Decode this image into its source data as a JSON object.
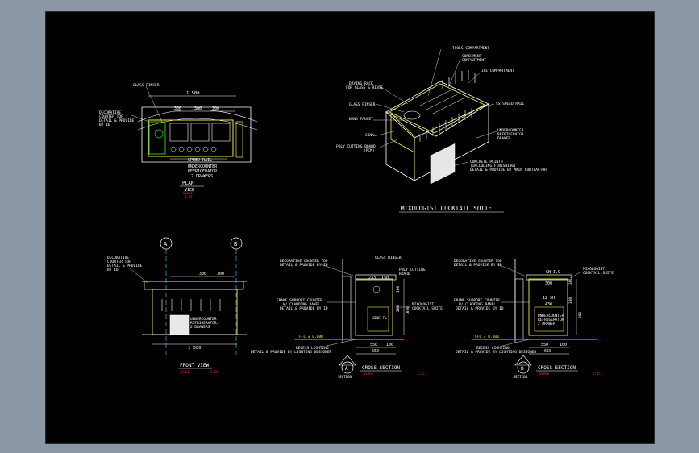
{
  "colors": {
    "background": "#8b96a6",
    "canvas": "#000000",
    "lines": "#ffffff",
    "yellow": "#f2ea3c",
    "cyan": "#34d9ff",
    "red": "#ff2a2a",
    "green": "#2bd82b",
    "magenta": "#e040e0"
  },
  "plan": {
    "glass_rinser": "GLASS RINSER",
    "deco_top": [
      "DECORATIVE",
      "COUNTER TOP",
      "DETAIL & PROVIDE",
      "BY ID"
    ],
    "dim_1500": "1 500",
    "dim_300a": "300",
    "dim_300b": "300",
    "dim_300c": "300",
    "speed_rail": "SPEED RAIL",
    "under_ref": [
      "UNDERCOUNTER",
      "REFRIGERATOR,",
      "2 DRAWERS"
    ],
    "title": "PLAN",
    "title2": "VIEW",
    "scale": "SCALE",
    "scale_val": "1:25"
  },
  "iso": {
    "tools": "TOOLS COMPARTMENT",
    "condiment": [
      "CONDIMENT",
      "COMPARTMENT"
    ],
    "ice": "ICE COMPARTMENT",
    "drying_rack": [
      "DRYING RACK",
      "FOR GLASS & RINSE"
    ],
    "glass_rinser": "GLASS RINSER",
    "wand": "WAND FAUCET",
    "sink": "SINK",
    "poly_board": [
      "POLY CUTTING BOARD",
      "(PCM)"
    ],
    "speed_rail": "SS SPEED RAIL",
    "under_ref": [
      "UNDERCOUNTER",
      "REFRIGERATOR",
      "DRAWER"
    ],
    "concrete": [
      "CONCRETE PLINTH",
      "(INCLUDING FINISHING)",
      "DETAIL & PROVIDE BY MAIN CONTRACTOR"
    ],
    "title": "MIXOLOGIST  COCKTAIL  SUITE"
  },
  "front": {
    "marker_a": "A",
    "marker_b": "B",
    "deco_top": [
      "DECORATIVE",
      "COUNTER TOP",
      "DETAIL & PROVIDE",
      "BY ID"
    ],
    "dim_300a": "300",
    "dim_300b": "300",
    "under_ref": [
      "UNDERCOUNTER",
      "REFRIGERATOR,",
      "2 DRAWERS"
    ],
    "dim_1500": "1 500",
    "title": "FRONT VIEW",
    "scale": "SCALE",
    "scale_val": "1:25"
  },
  "section_a": {
    "deco_top": [
      "DECORATIVE COUNTER TOP",
      "DETAIL & PROVIDE BY ID"
    ],
    "glass_rinser": "GLASS RINSER",
    "poly_board": [
      "POLY CUTTING",
      "BOARD"
    ],
    "dims_top": [
      "233",
      "150"
    ],
    "frame": [
      "FRAME SUPPORT COUNTER",
      "W/ CLADDING PANEL",
      "DETAIL & PROVIDE BY ID"
    ],
    "mixologist": [
      "MIXOLOGIST",
      "COCKTAIL SUITE"
    ],
    "wine": "WINE FL",
    "dims_side": [
      "100",
      "200",
      "1050"
    ],
    "ffl": "FFL ± 0.000",
    "recessed": [
      "RECESS LIGHTING",
      "DETAIL & PROVIDE BY LIGHTING DESIGNER"
    ],
    "dim_550": "550",
    "dim_100": "100",
    "dim_650": "650",
    "marker": "A",
    "marker_sub": "SECTION",
    "title": "CROSS SECTION",
    "scale": "SCALE",
    "scale_val": "1:25"
  },
  "section_b": {
    "deco_top": [
      "DECORATIVE COUNTER TOP",
      "DETAIL & PROVIDE BY ID"
    ],
    "gh": "GH 1.9",
    "mixologist": [
      "MIXOLOGIST",
      "COCKTAIL SUITE"
    ],
    "dim_300": "300",
    "frame": [
      "FRAME SUPPORT COUNTER",
      "W/ CLADDING PANEL",
      "DETAIL & PROVIDE BY ID"
    ],
    "dim_430a": "12 5H",
    "dim_430b": "430",
    "under_ref": [
      "UNDERCOUNTER",
      "REFRIGERATOR",
      "2 DRAWER"
    ],
    "dims_side": [
      "30",
      "300",
      "800"
    ],
    "ffl": "FFL ± 0.000",
    "recessed": [
      "RECESS LIGHTING",
      "DETAIL & PROVIDE BY LIGHTING DESIGNER"
    ],
    "dim_550": "550",
    "dim_100": "100",
    "dim_650": "650",
    "marker": "B",
    "marker_sub": "SECTION",
    "title": "CROSS SECTION",
    "scale": "SCALE",
    "scale_val": "1:25"
  }
}
